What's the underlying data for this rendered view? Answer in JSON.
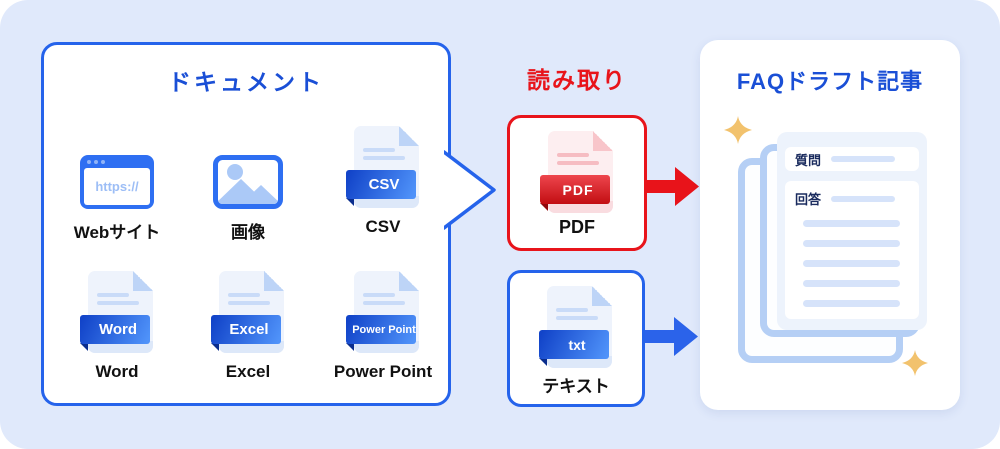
{
  "background_color": "#e0e9fb",
  "documents_box": {
    "title": "ドキュメント",
    "border_color": "#2563eb",
    "items": [
      {
        "name": "website",
        "label": "Webサイト",
        "icon": "browser-window-icon",
        "url_text": "https://"
      },
      {
        "name": "image",
        "label": "画像",
        "icon": "image-icon"
      },
      {
        "name": "csv",
        "label": "CSV",
        "icon": "file-icon",
        "badge": "CSV"
      },
      {
        "name": "word",
        "label": "Word",
        "icon": "file-icon",
        "badge": "Word"
      },
      {
        "name": "excel",
        "label": "Excel",
        "icon": "file-icon",
        "badge": "Excel"
      },
      {
        "name": "powerpoint",
        "label": "Power Point",
        "icon": "file-icon",
        "badge": "Power Point"
      }
    ]
  },
  "reading_section": {
    "title": "読み取り",
    "title_color": "#e8141b",
    "pdf_box": {
      "badge": "PDF",
      "label": "PDF",
      "border_color": "#e8141b",
      "arrow_color": "#e8131a"
    },
    "text_box": {
      "badge": "txt",
      "label": "テキスト",
      "border_color": "#2563eb",
      "arrow_color": "#2b63ea"
    }
  },
  "faq_panel": {
    "title": "FAQドラフト記事",
    "question_label": "質問",
    "answer_label": "回答"
  },
  "colors": {
    "blue_accent": "#2563eb",
    "red_accent": "#e8141b",
    "title_blue": "#1a4fd6",
    "gold_sparkle": "#f2c26d",
    "page_edge_blue": "#b5cff5"
  }
}
